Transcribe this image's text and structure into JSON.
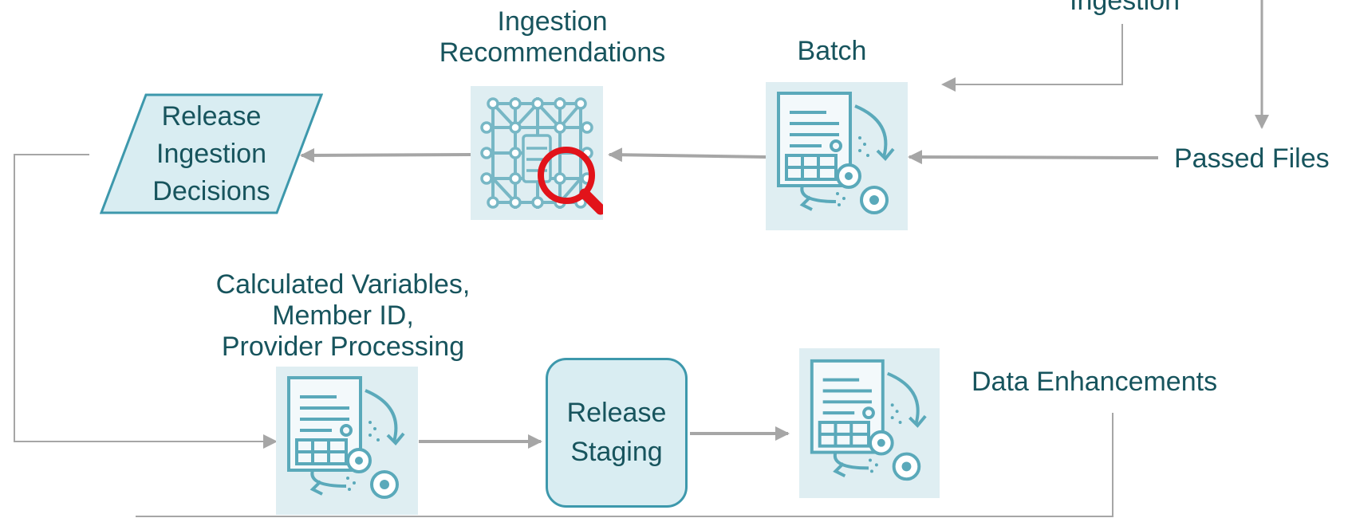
{
  "labels": {
    "ingestion_top": "Ingestion",
    "ingestion_recommendations": [
      "Ingestion",
      "Recommendations"
    ],
    "batch": "Batch",
    "passed_files": "Passed Files",
    "release_ingestion_decisions": [
      "Release",
      "Ingestion",
      "Decisions"
    ],
    "calculated_variables": [
      "Calculated Variables,",
      "Member ID,",
      "Provider Processing"
    ],
    "release_staging": [
      "Release",
      "Staging"
    ],
    "data_enhancements": "Data Enhancements"
  },
  "icons": {
    "batch_process": "document-table-gears-icon",
    "ingestion_recommendations": "network-grid-magnifier-icon",
    "calculated_variables_process": "document-table-gears-icon",
    "data_enhancements_process": "document-table-gears-icon"
  },
  "colors": {
    "text": "#17545d",
    "accent": "#3d98ac",
    "fill": "#dfeef2",
    "connector": "#a6a6a6",
    "magnifier": "#e2131a"
  }
}
